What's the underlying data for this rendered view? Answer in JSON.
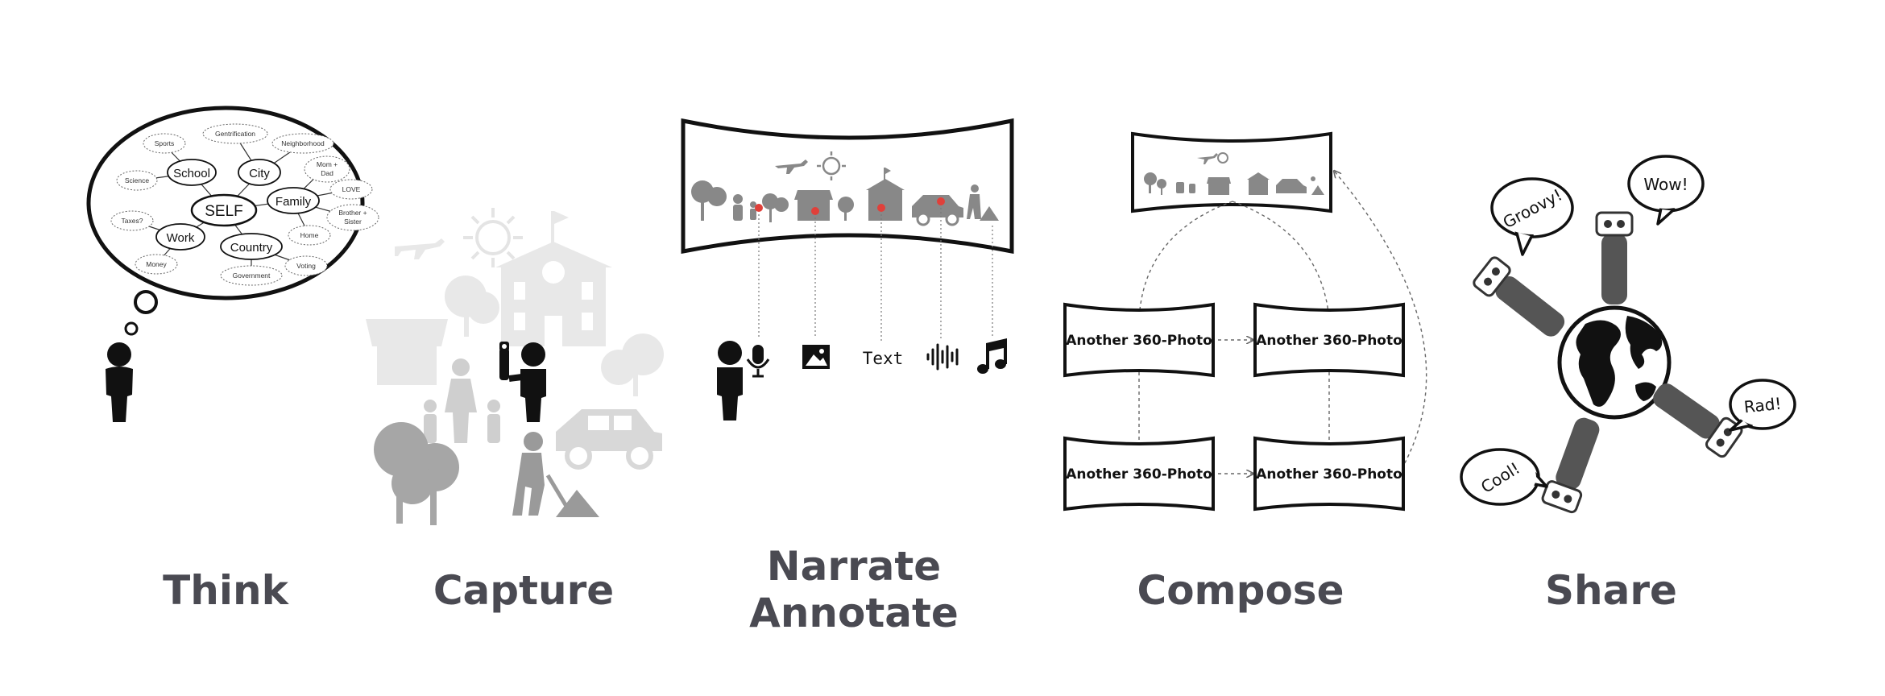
{
  "captions": {
    "think": "Think",
    "capture": "Capture",
    "narrate_line1": "Narrate",
    "narrate_line2": "Annotate",
    "compose": "Compose",
    "share": "Share"
  },
  "mindmap": {
    "center": "SELF",
    "nodes": {
      "school": "School",
      "city": "City",
      "family": "Family",
      "work": "Work",
      "country": "Country"
    },
    "leaves": {
      "sports": "Sports",
      "gentrification": "Gentrification",
      "neighborhood": "Neighborhood",
      "science": "Science",
      "mom_dad_1": "Mom +",
      "mom_dad_2": "Dad",
      "love": "LOVE",
      "taxes": "Taxes?",
      "brother_1": "Brother +",
      "brother_2": "Sister",
      "home": "Home",
      "money": "Money",
      "voting": "Voting",
      "government": "Government"
    }
  },
  "narrate": {
    "text_label": "Text"
  },
  "compose": {
    "photo_1": "Another 360-Photo",
    "photo_2": "Another 360-Photo",
    "photo_3": "Another 360-Photo",
    "photo_4": "Another 360-Photo"
  },
  "share": {
    "bubble_1": "Groovy!",
    "bubble_2": "Wow!",
    "bubble_3": "Rad!",
    "bubble_4": "Cool!"
  },
  "colors": {
    "caption": "#4a4a52",
    "highlight": "#e0403a",
    "ink": "#111111",
    "faded": "#e6e6e6",
    "mid": "#999999"
  }
}
